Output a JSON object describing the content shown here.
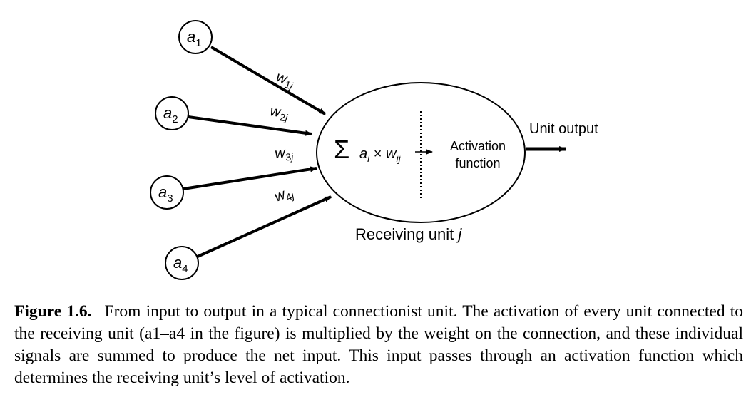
{
  "inputs": [
    {
      "base": "a",
      "sub": "1"
    },
    {
      "base": "a",
      "sub": "2"
    },
    {
      "base": "a",
      "sub": "3"
    },
    {
      "base": "a",
      "sub": "4"
    }
  ],
  "weights": [
    {
      "base": "w",
      "sub": "1",
      "sub_italic": "j"
    },
    {
      "base": "w",
      "sub": "2",
      "sub_italic": "j"
    },
    {
      "base": "w",
      "sub": "3",
      "sub_italic": "j"
    },
    {
      "base": "w",
      "sub": "4",
      "sub_italic": "j"
    }
  ],
  "unit": {
    "sum_symbol": "Σ",
    "sum_term_a": "a",
    "sum_term_a_sub": "i",
    "sum_times": " × ",
    "sum_term_w": "w",
    "sum_term_w_sub": "ij",
    "activation_line1": "Activation",
    "activation_line2": "function",
    "receiving_label": "Receiving unit ",
    "receiving_label_italic": "j"
  },
  "output_label": "Unit output",
  "caption": {
    "label": "Figure 1.6.",
    "text": "From input to output in a typical connectionist unit. The activation of every unit connected to the receiving unit (a1–a4 in the figure) is multiplied by the weight on the connection, and these individual signals are summed to produce the net input. This input passes through an activation function which determines the receiving unit’s level of activation."
  }
}
